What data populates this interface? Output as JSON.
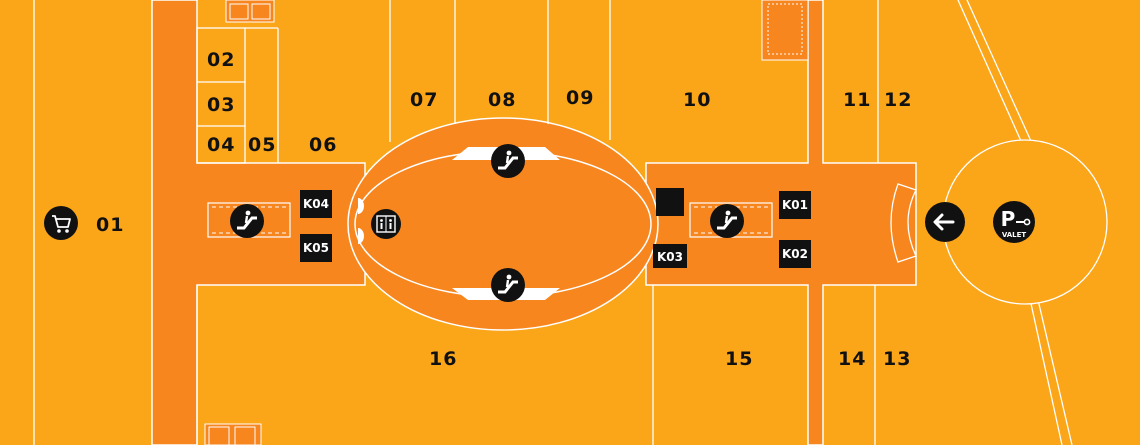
{
  "colors": {
    "shop": "#FBA519",
    "corridor": "#F7861F",
    "outline": "#FFFFFF",
    "label": "#111111",
    "icon_bg": "#111111"
  },
  "units": {
    "u01": "01",
    "u02": "02",
    "u03": "03",
    "u04": "04",
    "u05": "05",
    "u06": "06",
    "u07": "07",
    "u08": "08",
    "u09": "09",
    "u10": "10",
    "u11": "11",
    "u12": "12",
    "u13": "13",
    "u14": "14",
    "u15": "15",
    "u16": "16"
  },
  "kiosks": {
    "k01": "K01",
    "k02": "K02",
    "k03": "K03",
    "k04": "K04",
    "k05": "K05"
  },
  "parking": {
    "valet_label": "VALET",
    "parking_letter": "P"
  },
  "icons": {
    "supermarket": "shopping-cart-icon",
    "escalator": "escalator-icon",
    "elevator": "elevator-icon",
    "direction": "arrow-left-icon",
    "valet": "valet-parking-icon"
  }
}
